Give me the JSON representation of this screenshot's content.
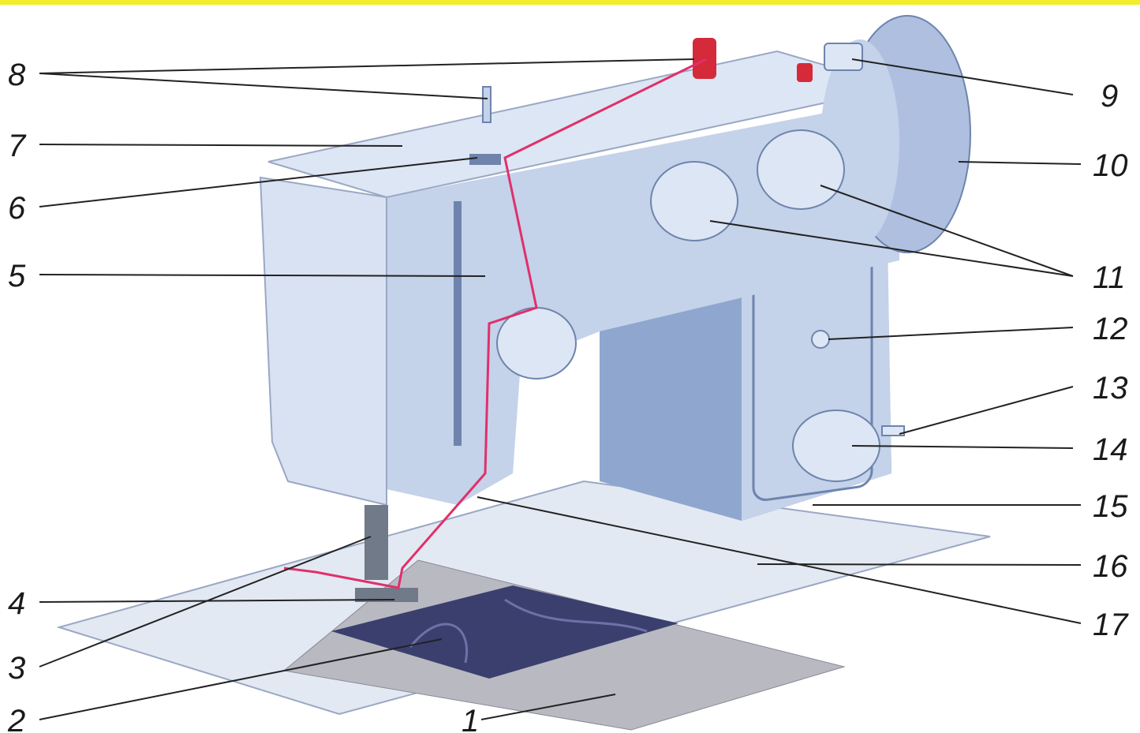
{
  "colors": {
    "banner": "#f2ee2a",
    "body": "#c4d2ea",
    "body_dark": "#8fa6cf",
    "body_light": "#dde6f4",
    "thread": "#e0306a",
    "spool": "#d42a3a",
    "fabric_dark": "#3a3f6e",
    "fabric_light": "#b9b9c2",
    "table": "#e3e9f3",
    "line": "#222222"
  },
  "callouts": [
    {
      "id": "1",
      "label": "1"
    },
    {
      "id": "2",
      "label": "2"
    },
    {
      "id": "3",
      "label": "3"
    },
    {
      "id": "4",
      "label": "4"
    },
    {
      "id": "5",
      "label": "5"
    },
    {
      "id": "6",
      "label": "6"
    },
    {
      "id": "7",
      "label": "7"
    },
    {
      "id": "8",
      "label": "8"
    },
    {
      "id": "9",
      "label": "9"
    },
    {
      "id": "10",
      "label": "10"
    },
    {
      "id": "11",
      "label": "11"
    },
    {
      "id": "12",
      "label": "12"
    },
    {
      "id": "13",
      "label": "13"
    },
    {
      "id": "14",
      "label": "14"
    },
    {
      "id": "15",
      "label": "15"
    },
    {
      "id": "16",
      "label": "16"
    },
    {
      "id": "17",
      "label": "17"
    }
  ]
}
